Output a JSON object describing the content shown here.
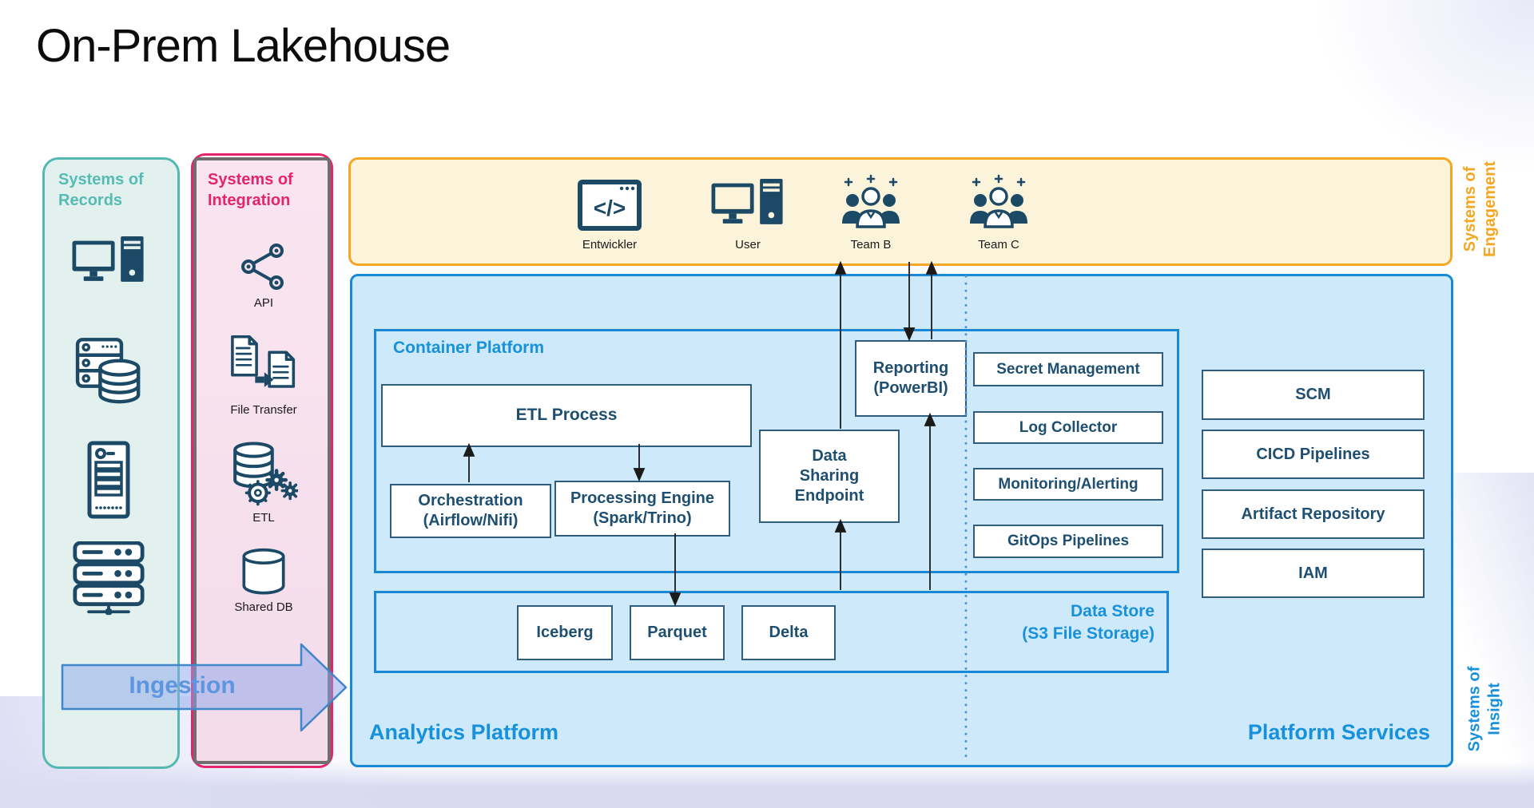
{
  "title": "On-Prem Lakehouse",
  "colors": {
    "records_accent": "#56b9b1",
    "integration_accent": "#e5246c",
    "integration_border_gray": "#6f6f6f",
    "engagement_accent": "#f6a722",
    "insight_accent": "#1789d6",
    "label_blue": "#1791dc",
    "icon_navy": "#1c4a66",
    "box_border": "#2f5d7e",
    "box_text": "#1e4f70",
    "ingestion_fill": "#8ca5eb",
    "background_lavender": "#d9daf2"
  },
  "records": {
    "title": "Systems of\nRecords",
    "icons": [
      "workstation-icon",
      "storage-server-icon",
      "server-tower-icon",
      "server-rack-icon"
    ]
  },
  "integration": {
    "title": "Systems of\nIntegration",
    "items": [
      {
        "icon": "api-share-icon",
        "label": "API"
      },
      {
        "icon": "file-transfer-icon",
        "label": "File Transfer"
      },
      {
        "icon": "etl-gears-icon",
        "label": "ETL"
      },
      {
        "icon": "shared-db-icon",
        "label": "Shared DB"
      }
    ]
  },
  "ingestion": {
    "label": "Ingestion"
  },
  "engagement": {
    "side_label": "Systems of\nEngagement",
    "actors": [
      {
        "icon": "code-window-icon",
        "label": "Entwickler"
      },
      {
        "icon": "workstation-icon",
        "label": "User"
      },
      {
        "icon": "team-icon",
        "label": "Team B"
      },
      {
        "icon": "team-icon",
        "label": "Team C"
      }
    ]
  },
  "insight": {
    "side_label": "Systems of\nInsight",
    "analytics_platform_label": "Analytics Platform",
    "platform_services_label": "Platform Services",
    "container_platform": {
      "title": "Container Platform",
      "etl_process": "ETL Process",
      "orchestration": "Orchestration\n(Airflow/Nifi)",
      "processing_engine": "Processing Engine\n(Spark/Trino)",
      "data_sharing_endpoint": "Data\nSharing\nEndpoint",
      "reporting": "Reporting\n(PowerBI)",
      "services": [
        "Secret Management",
        "Log Collector",
        "Monitoring/Alerting",
        "GitOps Pipelines"
      ]
    },
    "data_store": {
      "label": "Data Store\n(S3 File Storage)",
      "formats": [
        "Iceberg",
        "Parquet",
        "Delta"
      ]
    },
    "platform_services": [
      "SCM",
      "CICD Pipelines",
      "Artifact Repository",
      "IAM"
    ]
  }
}
